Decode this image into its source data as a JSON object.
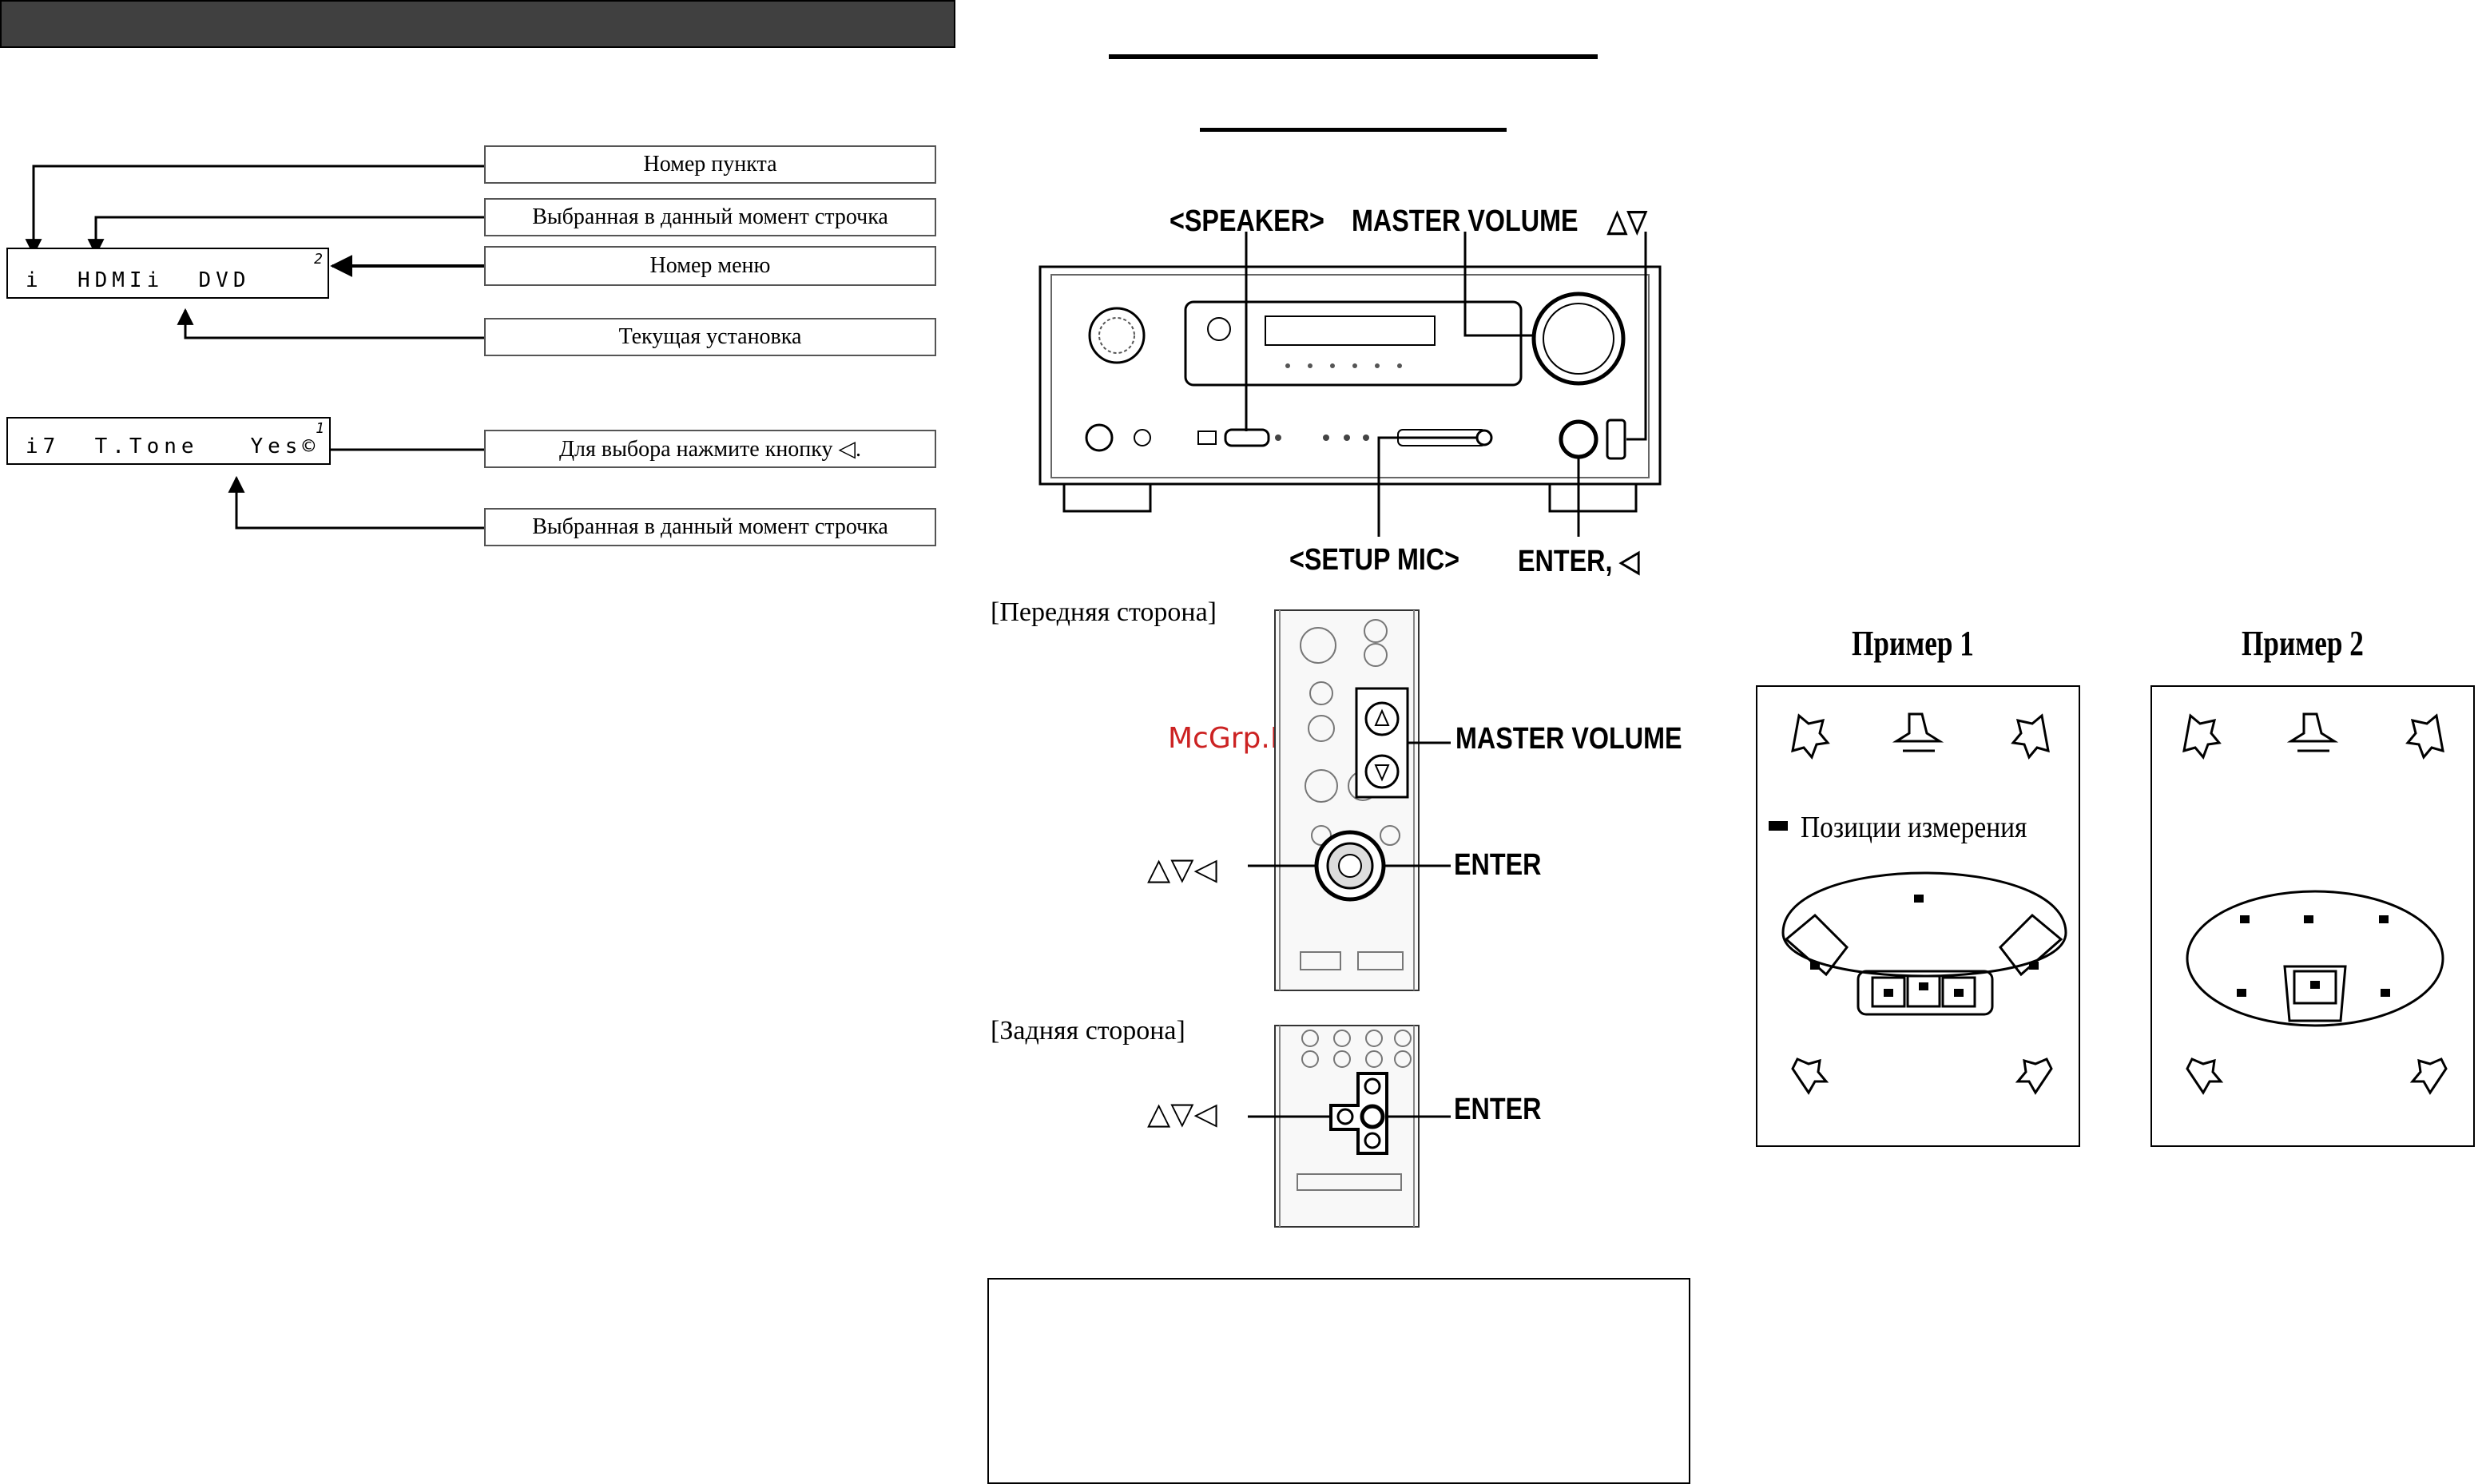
{
  "header_bar": {
    "color": "#404040"
  },
  "menu_diagram": {
    "display1": {
      "text": "i  HDMIi  DVD",
      "menu_no": "2"
    },
    "display2": {
      "text": "i7  T.Tone   Yes©",
      "menu_no": "1"
    },
    "callouts": [
      "Номер пункта",
      "Выбранная в данный момент строчка",
      "Номер меню",
      "Текущая установка",
      "Для выбора нажмите кнопку ◁.",
      "Выбранная в данный момент строчка"
    ]
  },
  "receiver": {
    "labels": {
      "speaker": "<SPEAKER>",
      "master_volume": "MASTER VOLUME",
      "up_down": "△▽",
      "setup_mic": "<SETUP MIC>",
      "enter_left": "ENTER, ◁"
    }
  },
  "remote": {
    "front_label": "[Передняя сторона]",
    "rear_label": "[Задняя сторона]",
    "master_volume": "MASTER VOLUME",
    "enter": "ENTER",
    "arrows": "△▽◁",
    "watermark": "McGrp.Ru"
  },
  "examples": {
    "ex1_title": "Пример 1",
    "ex2_title": "Пример 2",
    "legend": "Позиции измерения"
  }
}
